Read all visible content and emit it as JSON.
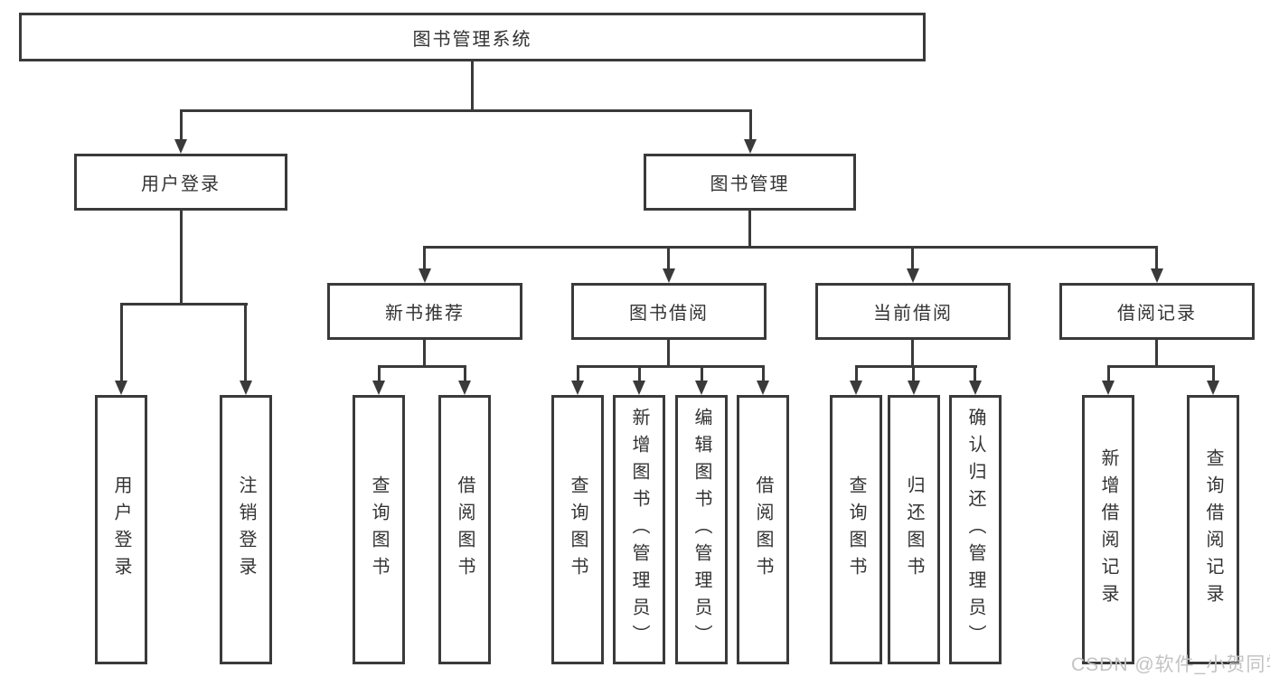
{
  "colors": {
    "line": "#3a3a3a",
    "text": "#333333",
    "watermark": "#c3c3c3",
    "bg": "#ffffff"
  },
  "watermark": {
    "text": "CSDN @软件_小贺同学"
  },
  "diagram": {
    "root": {
      "label": "图书管理系统"
    },
    "branches": [
      {
        "label": "用户登录",
        "children": [
          {
            "label": "用户登录"
          },
          {
            "label": "注销登录"
          }
        ]
      },
      {
        "label": "图书管理",
        "children": [
          {
            "label": "新书推荐",
            "children": [
              {
                "label": "查询图书"
              },
              {
                "label": "借阅图书"
              }
            ]
          },
          {
            "label": "图书借阅",
            "children": [
              {
                "label": "查询图书"
              },
              {
                "label": "新增图书（管理员）"
              },
              {
                "label": "编辑图书（管理员）"
              },
              {
                "label": "借阅图书"
              }
            ]
          },
          {
            "label": "当前借阅",
            "children": [
              {
                "label": "查询图书"
              },
              {
                "label": "归还图书"
              },
              {
                "label": "确认归还（管理员）"
              }
            ]
          },
          {
            "label": "借阅记录",
            "children": [
              {
                "label": "新增借阅记录"
              },
              {
                "label": "查询借阅记录"
              }
            ]
          }
        ]
      }
    ]
  }
}
